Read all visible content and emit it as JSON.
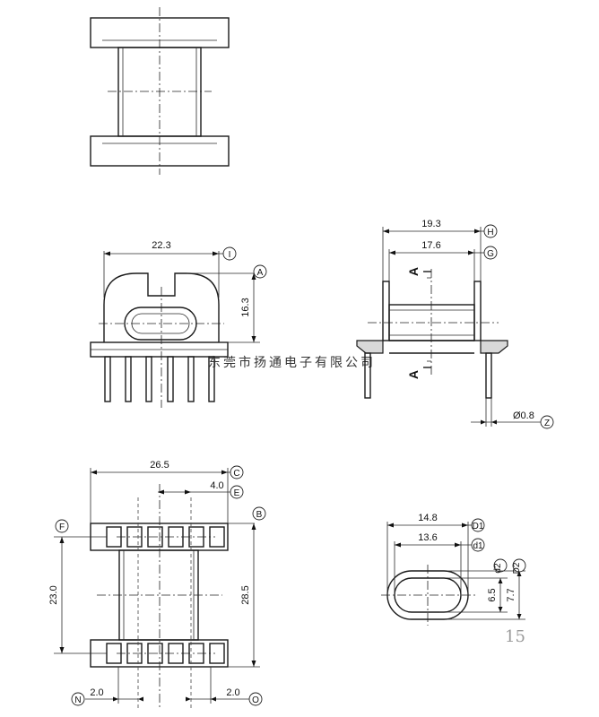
{
  "dimensions": {
    "side_width": "22.3",
    "side_height": "16.3",
    "overall_19": "19.3",
    "inner_17": "17.6",
    "pin_dia": "Ø0.8",
    "bottom_width": "26.5",
    "pin_pitch": "4.0",
    "flange_inner": "23.0",
    "overall_height": "28.5",
    "left_offset": "2.0",
    "right_offset": "2.0",
    "d1": "14.8",
    "d1_inner": "13.6",
    "d2": "6.5",
    "d2_outer": "7.7"
  },
  "labels": {
    "I": "I",
    "A": "A",
    "H": "H",
    "G": "G",
    "Z": "Z",
    "C": "C",
    "E": "E",
    "B": "B",
    "F": "F",
    "N": "N",
    "O": "O",
    "D1": "D1",
    "d1": "d1",
    "d2": "d2",
    "D2": "D2"
  },
  "section_marks": {
    "top": "A",
    "bottom": "A"
  },
  "watermark": "东莞市扬通电子有限公司",
  "page_number": "15"
}
